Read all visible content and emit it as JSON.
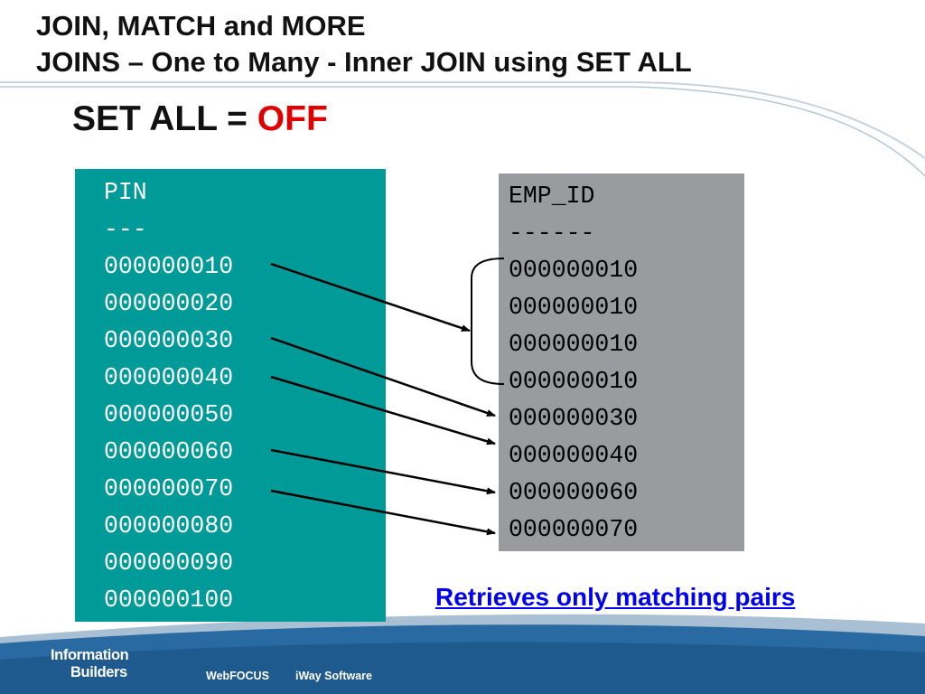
{
  "slide": {
    "title_line_1": "JOIN, MATCH and MORE",
    "title_line_2": "JOINS – One to Many - Inner JOIN using SET ALL",
    "subtitle_prefix": "SET ALL = ",
    "subtitle_value": "OFF"
  },
  "pin_table": {
    "header": "PIN",
    "separator": "---",
    "rows": [
      "000000010",
      "000000020",
      "000000030",
      "000000040",
      "000000050",
      "000000060",
      "000000070",
      "000000080",
      "000000090",
      "000000100"
    ]
  },
  "emp_table": {
    "header": "EMP_ID",
    "separator": "------",
    "rows": [
      "000000010",
      "000000010",
      "000000010",
      "000000010",
      "000000030",
      "000000040",
      "000000060",
      "000000070"
    ]
  },
  "caption": "Retrieves only matching pairs",
  "footer": {
    "logo_line_1": "Information",
    "logo_line_2": "Builders",
    "product_1": "WebFOCUS",
    "product_2": "iWay Software"
  },
  "colors": {
    "pin_panel": "#009a98",
    "emp_panel": "#999b9e",
    "subtitle_value": "#e00000",
    "caption": "#0000ee",
    "footer_band": "#2a6aa2"
  }
}
